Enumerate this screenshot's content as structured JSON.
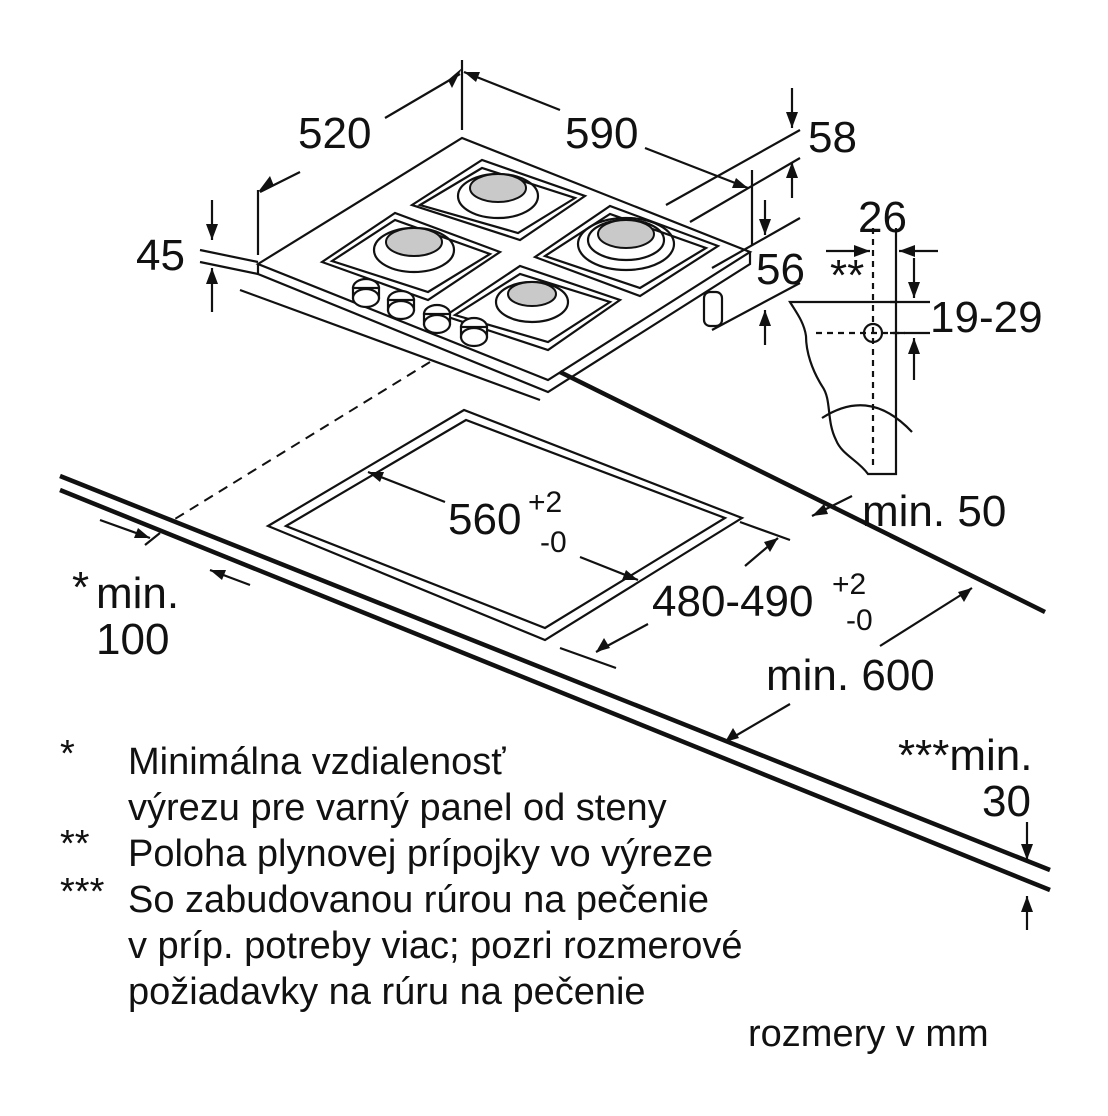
{
  "dimensions": {
    "depth_hob": "520",
    "width_hob": "590",
    "height_top": "45",
    "offset_right": "58",
    "offset_right_lower": "56",
    "pipe_offset": "26",
    "pipe_marker": "**",
    "pipe_height": "19-29",
    "cutout_width": "560",
    "cutout_width_tol_plus": "+2",
    "cutout_width_tol_minus": "-0",
    "cutout_depth": "480-490",
    "cutout_depth_tol_plus": "+2",
    "cutout_depth_tol_minus": "-0",
    "min_back": "min. 50",
    "min_wall_star": "*",
    "min_wall_label": "min.",
    "min_wall_value": "100",
    "min_depth": "min. 600",
    "min_oven_label": "***min.",
    "min_oven_value": "30"
  },
  "legend": [
    {
      "marker": "*",
      "lines": [
        "Minimálna vzdialenosť",
        "výrezu pre varný panel od steny"
      ]
    },
    {
      "marker": "**",
      "lines": [
        "Poloha plynovej prípojky vo výreze"
      ]
    },
    {
      "marker": "***",
      "lines": [
        "So zabudovanou rúrou na pečenie",
        "v príp. potreby viac; pozri rozmerové",
        "požiadavky na rúru na pečenie"
      ]
    }
  ],
  "units_note": "rozmery v mm",
  "colors": {
    "line": "#111111",
    "burner": "#c9c9c9",
    "background": "#ffffff"
  }
}
